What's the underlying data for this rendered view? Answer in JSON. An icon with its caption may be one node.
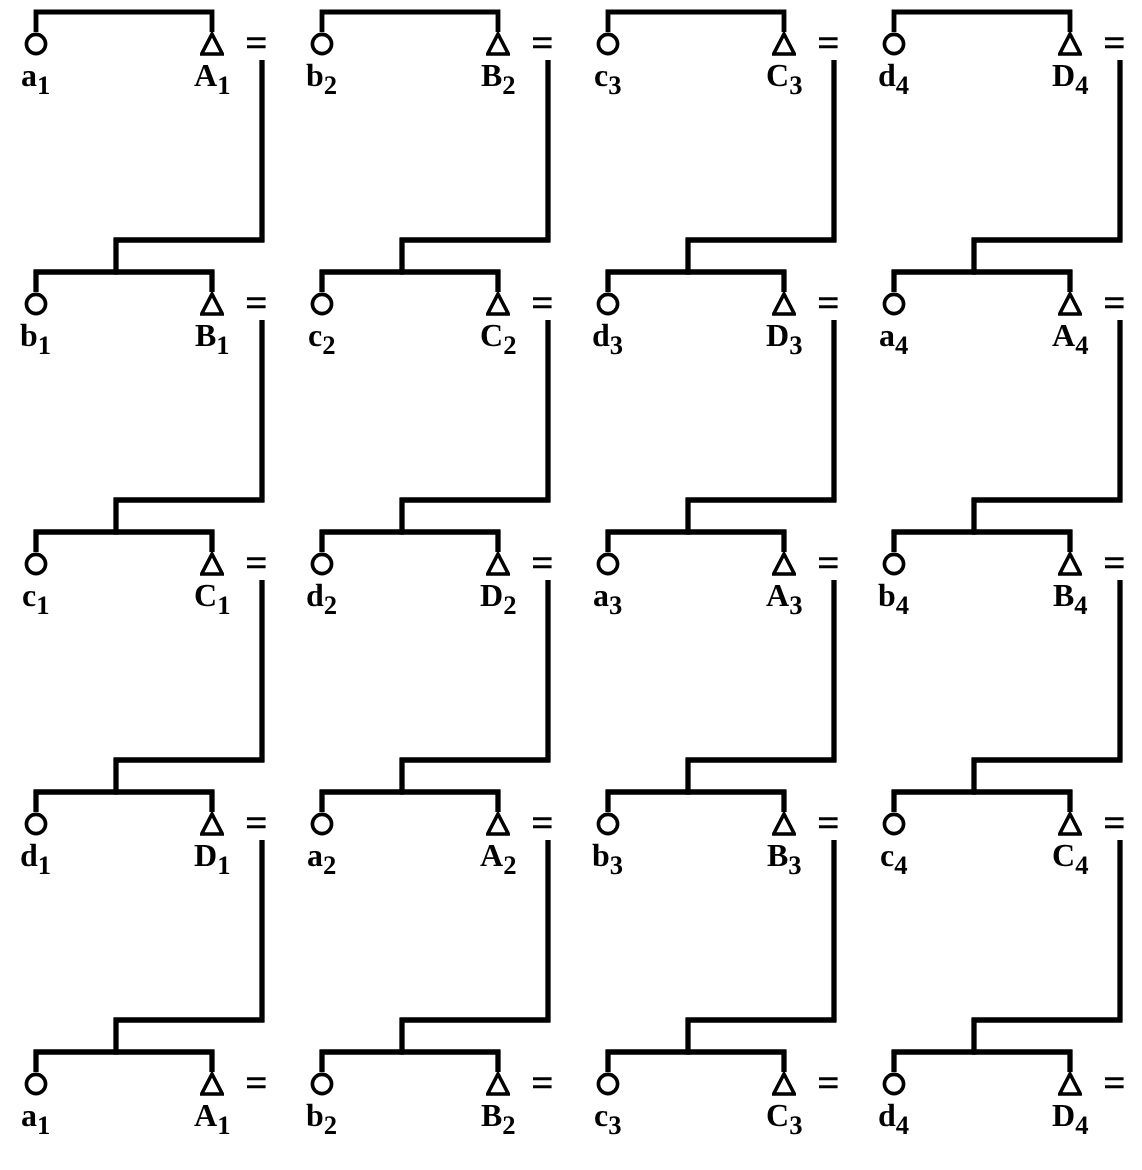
{
  "diagram": {
    "nodes": [
      {
        "text": [
          "a$_{1}$"
        ]
      },
      {
        "text": [
          "A$_{1}$"
        ]
      },
      {
        "text": [
          "="
        ]
      },
      {
        "text": [
          "b$_{2}$"
        ]
      },
      {
        "text": [
          "B$_{2}$"
        ]
      },
      {
        "text": [
          "="
        ]
      },
      {
        "text": [
          "c$_{3}$"
        ]
      },
      {
        "text": [
          "C$_{3}$"
        ]
      },
      {
        "text": [
          "="
        ]
      },
      {
        "text": [
          "d$_{4}$"
        ]
      },
      {
        "text": [
          "D$_{4}$"
        ]
      },
      {
        "text": [
          "="
        ]
      },
      {
        "text": [
          "b$_{1}$"
        ]
      },
      {
        "text": [
          "B$_{1}$"
        ]
      },
      {
        "text": [
          "="
        ]
      },
      {
        "text": [
          "c$_{2}$"
        ]
      },
      {
        "text": [
          "C$_{2}$"
        ]
      },
      {
        "text": [
          "="
        ]
      },
      {
        "text": [
          "d$_{3}$"
        ]
      },
      {
        "text": [
          "D$_{3}$"
        ]
      },
      {
        "text": [
          "="
        ]
      },
      {
        "text": [
          "a$_{4}$"
        ]
      },
      {
        "text": [
          "A$_{4}$"
        ]
      },
      {
        "text": [
          "="
        ]
      },
      {
        "text": [
          "c$_{1}$"
        ]
      },
      {
        "text": [
          "C$_{1}$"
        ]
      },
      {
        "text": [
          "="
        ]
      },
      {
        "text": [
          "d$_{2}$"
        ]
      },
      {
        "text": [
          "D$_{2}$"
        ]
      },
      {
        "text": [
          "="
        ]
      },
      {
        "text": [
          "a$_{3}$"
        ]
      },
      {
        "text": [
          "A$_{3}$"
        ]
      },
      {
        "text": [
          "="
        ]
      },
      {
        "text": [
          "b$_{4}$"
        ]
      },
      {
        "text": [
          "B$_{4}$"
        ]
      },
      {
        "text": [
          "="
        ]
      },
      {
        "text": [
          "d$_{1}$"
        ]
      },
      {
        "text": [
          "D$_{1}$"
        ]
      },
      {
        "text": [
          "="
        ]
      },
      {
        "text": [
          "a$_{2}$"
        ]
      },
      {
        "text": [
          "A$_{2}$"
        ]
      },
      {
        "text": [
          "="
        ]
      },
      {
        "text": [
          "b$_{3}$"
        ]
      },
      {
        "text": [
          "B$_{3}$"
        ]
      },
      {
        "text": [
          "="
        ]
      },
      {
        "text": [
          "c$_{4}$"
        ]
      },
      {
        "text": [
          "C$_{4}$"
        ]
      },
      {
        "text": [
          "="
        ]
      },
      {
        "text": [
          "a$_{1}$"
        ]
      },
      {
        "text": [
          "A$_{1}$"
        ]
      },
      {
        "text": [
          "="
        ]
      },
      {
        "text": [
          "b$_{2}$"
        ]
      },
      {
        "text": [
          "B$_{2}$"
        ]
      },
      {
        "text": [
          "="
        ]
      },
      {
        "text": [
          "c$_{3}$"
        ]
      },
      {
        "text": [
          "C$_{3}$"
        ]
      },
      {
        "text": [
          "="
        ]
      },
      {
        "text": [
          "d$_{4}$"
        ]
      },
      {
        "text": [
          "D$_{4}$"
        ]
      },
      {
        "text": [
          "="
        ]
      }
    ],
    "edges": [
      {
        "from": 0,
        "to": 1,
        "arrow": "none"
      },
      {
        "from": 3,
        "to": 4,
        "arrow": "none"
      },
      {
        "from": 6,
        "to": 7,
        "arrow": "none"
      },
      {
        "from": 9,
        "to": 10,
        "arrow": "none"
      },
      {
        "from": 2,
        "to": 12,
        "arrow": "none"
      },
      {
        "from": 2,
        "to": 13,
        "arrow": "none"
      },
      {
        "from": 5,
        "to": 15,
        "arrow": "none"
      },
      {
        "from": 5,
        "to": 16,
        "arrow": "none"
      },
      {
        "from": 8,
        "to": 18,
        "arrow": "none"
      },
      {
        "from": 8,
        "to": 19,
        "arrow": "none"
      },
      {
        "from": 11,
        "to": 21,
        "arrow": "none"
      },
      {
        "from": 11,
        "to": 22,
        "arrow": "none"
      },
      {
        "from": 12,
        "to": 13,
        "arrow": "none"
      },
      {
        "from": 15,
        "to": 16,
        "arrow": "none"
      },
      {
        "from": 18,
        "to": 19,
        "arrow": "none"
      },
      {
        "from": 21,
        "to": 22,
        "arrow": "none"
      },
      {
        "from": 14,
        "to": 24,
        "arrow": "none"
      },
      {
        "from": 14,
        "to": 25,
        "arrow": "none"
      },
      {
        "from": 17,
        "to": 27,
        "arrow": "none"
      },
      {
        "from": 17,
        "to": 28,
        "arrow": "none"
      },
      {
        "from": 20,
        "to": 30,
        "arrow": "none"
      },
      {
        "from": 20,
        "to": 31,
        "arrow": "none"
      },
      {
        "from": 23,
        "to": 33,
        "arrow": "none"
      },
      {
        "from": 23,
        "to": 34,
        "arrow": "none"
      },
      {
        "from": 24,
        "to": 25,
        "arrow": "none"
      },
      {
        "from": 27,
        "to": 28,
        "arrow": "none"
      },
      {
        "from": 30,
        "to": 31,
        "arrow": "none"
      },
      {
        "from": 33,
        "to": 34,
        "arrow": "none"
      },
      {
        "from": 26,
        "to": 36,
        "arrow": "none"
      },
      {
        "from": 26,
        "to": 37,
        "arrow": "none"
      },
      {
        "from": 29,
        "to": 39,
        "arrow": "none"
      },
      {
        "from": 29,
        "to": 40,
        "arrow": "none"
      },
      {
        "from": 32,
        "to": 42,
        "arrow": "none"
      },
      {
        "from": 32,
        "to": 43,
        "arrow": "none"
      },
      {
        "from": 35,
        "to": 45,
        "arrow": "none"
      },
      {
        "from": 35,
        "to": 46,
        "arrow": "none"
      },
      {
        "from": 36,
        "to": 37,
        "arrow": "none"
      },
      {
        "from": 39,
        "to": 40,
        "arrow": "none"
      },
      {
        "from": 42,
        "to": 43,
        "arrow": "none"
      },
      {
        "from": 45,
        "to": 46,
        "arrow": "none"
      },
      {
        "from": 38,
        "to": 48,
        "arrow": "none"
      },
      {
        "from": 38,
        "to": 49,
        "arrow": "none"
      },
      {
        "from": 41,
        "to": 51,
        "arrow": "none"
      },
      {
        "from": 41,
        "to": 52,
        "arrow": "none"
      },
      {
        "from": 44,
        "to": 54,
        "arrow": "none"
      },
      {
        "from": 44,
        "to": 55,
        "arrow": "none"
      },
      {
        "from": 47,
        "to": 57,
        "arrow": "none"
      },
      {
        "from": 47,
        "to": 58,
        "arrow": "none"
      },
      {
        "from": 48,
        "to": 49,
        "arrow": "none"
      },
      {
        "from": 51,
        "to": 52,
        "arrow": "none"
      },
      {
        "from": 54,
        "to": 55,
        "arrow": "none"
      },
      {
        "from": 57,
        "to": 58,
        "arrow": "none"
      }
    ]
  }
}
